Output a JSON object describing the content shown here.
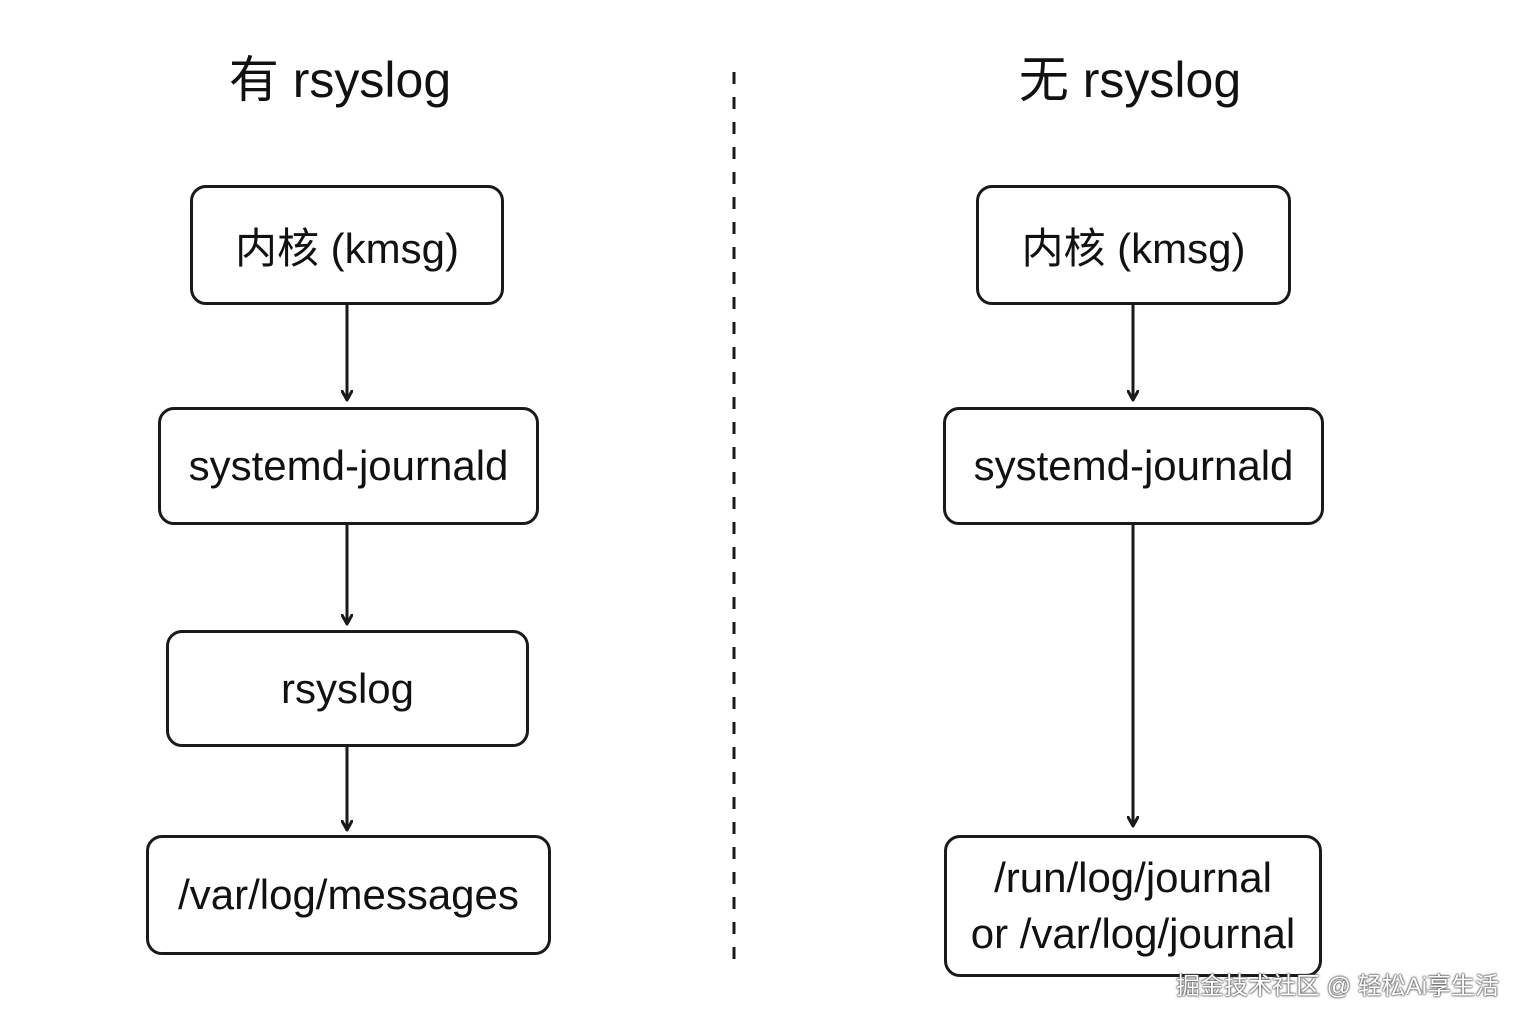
{
  "left": {
    "title": "有 rsyslog",
    "nodes": {
      "kernel": "内核 (kmsg)",
      "journald": "systemd-journald",
      "rsyslog": "rsyslog",
      "messages": "/var/log/messages"
    }
  },
  "right": {
    "title": "无 rsyslog",
    "nodes": {
      "kernel": "内核 (kmsg)",
      "journald": "systemd-journald",
      "journal_line1": "/run/log/journal",
      "journal_line2": "or /var/log/journal"
    }
  },
  "watermark": "掘金技术社区 @ 轻松Ai享生活",
  "colors": {
    "stroke": "#1a1a1a",
    "background": "#ffffff"
  }
}
